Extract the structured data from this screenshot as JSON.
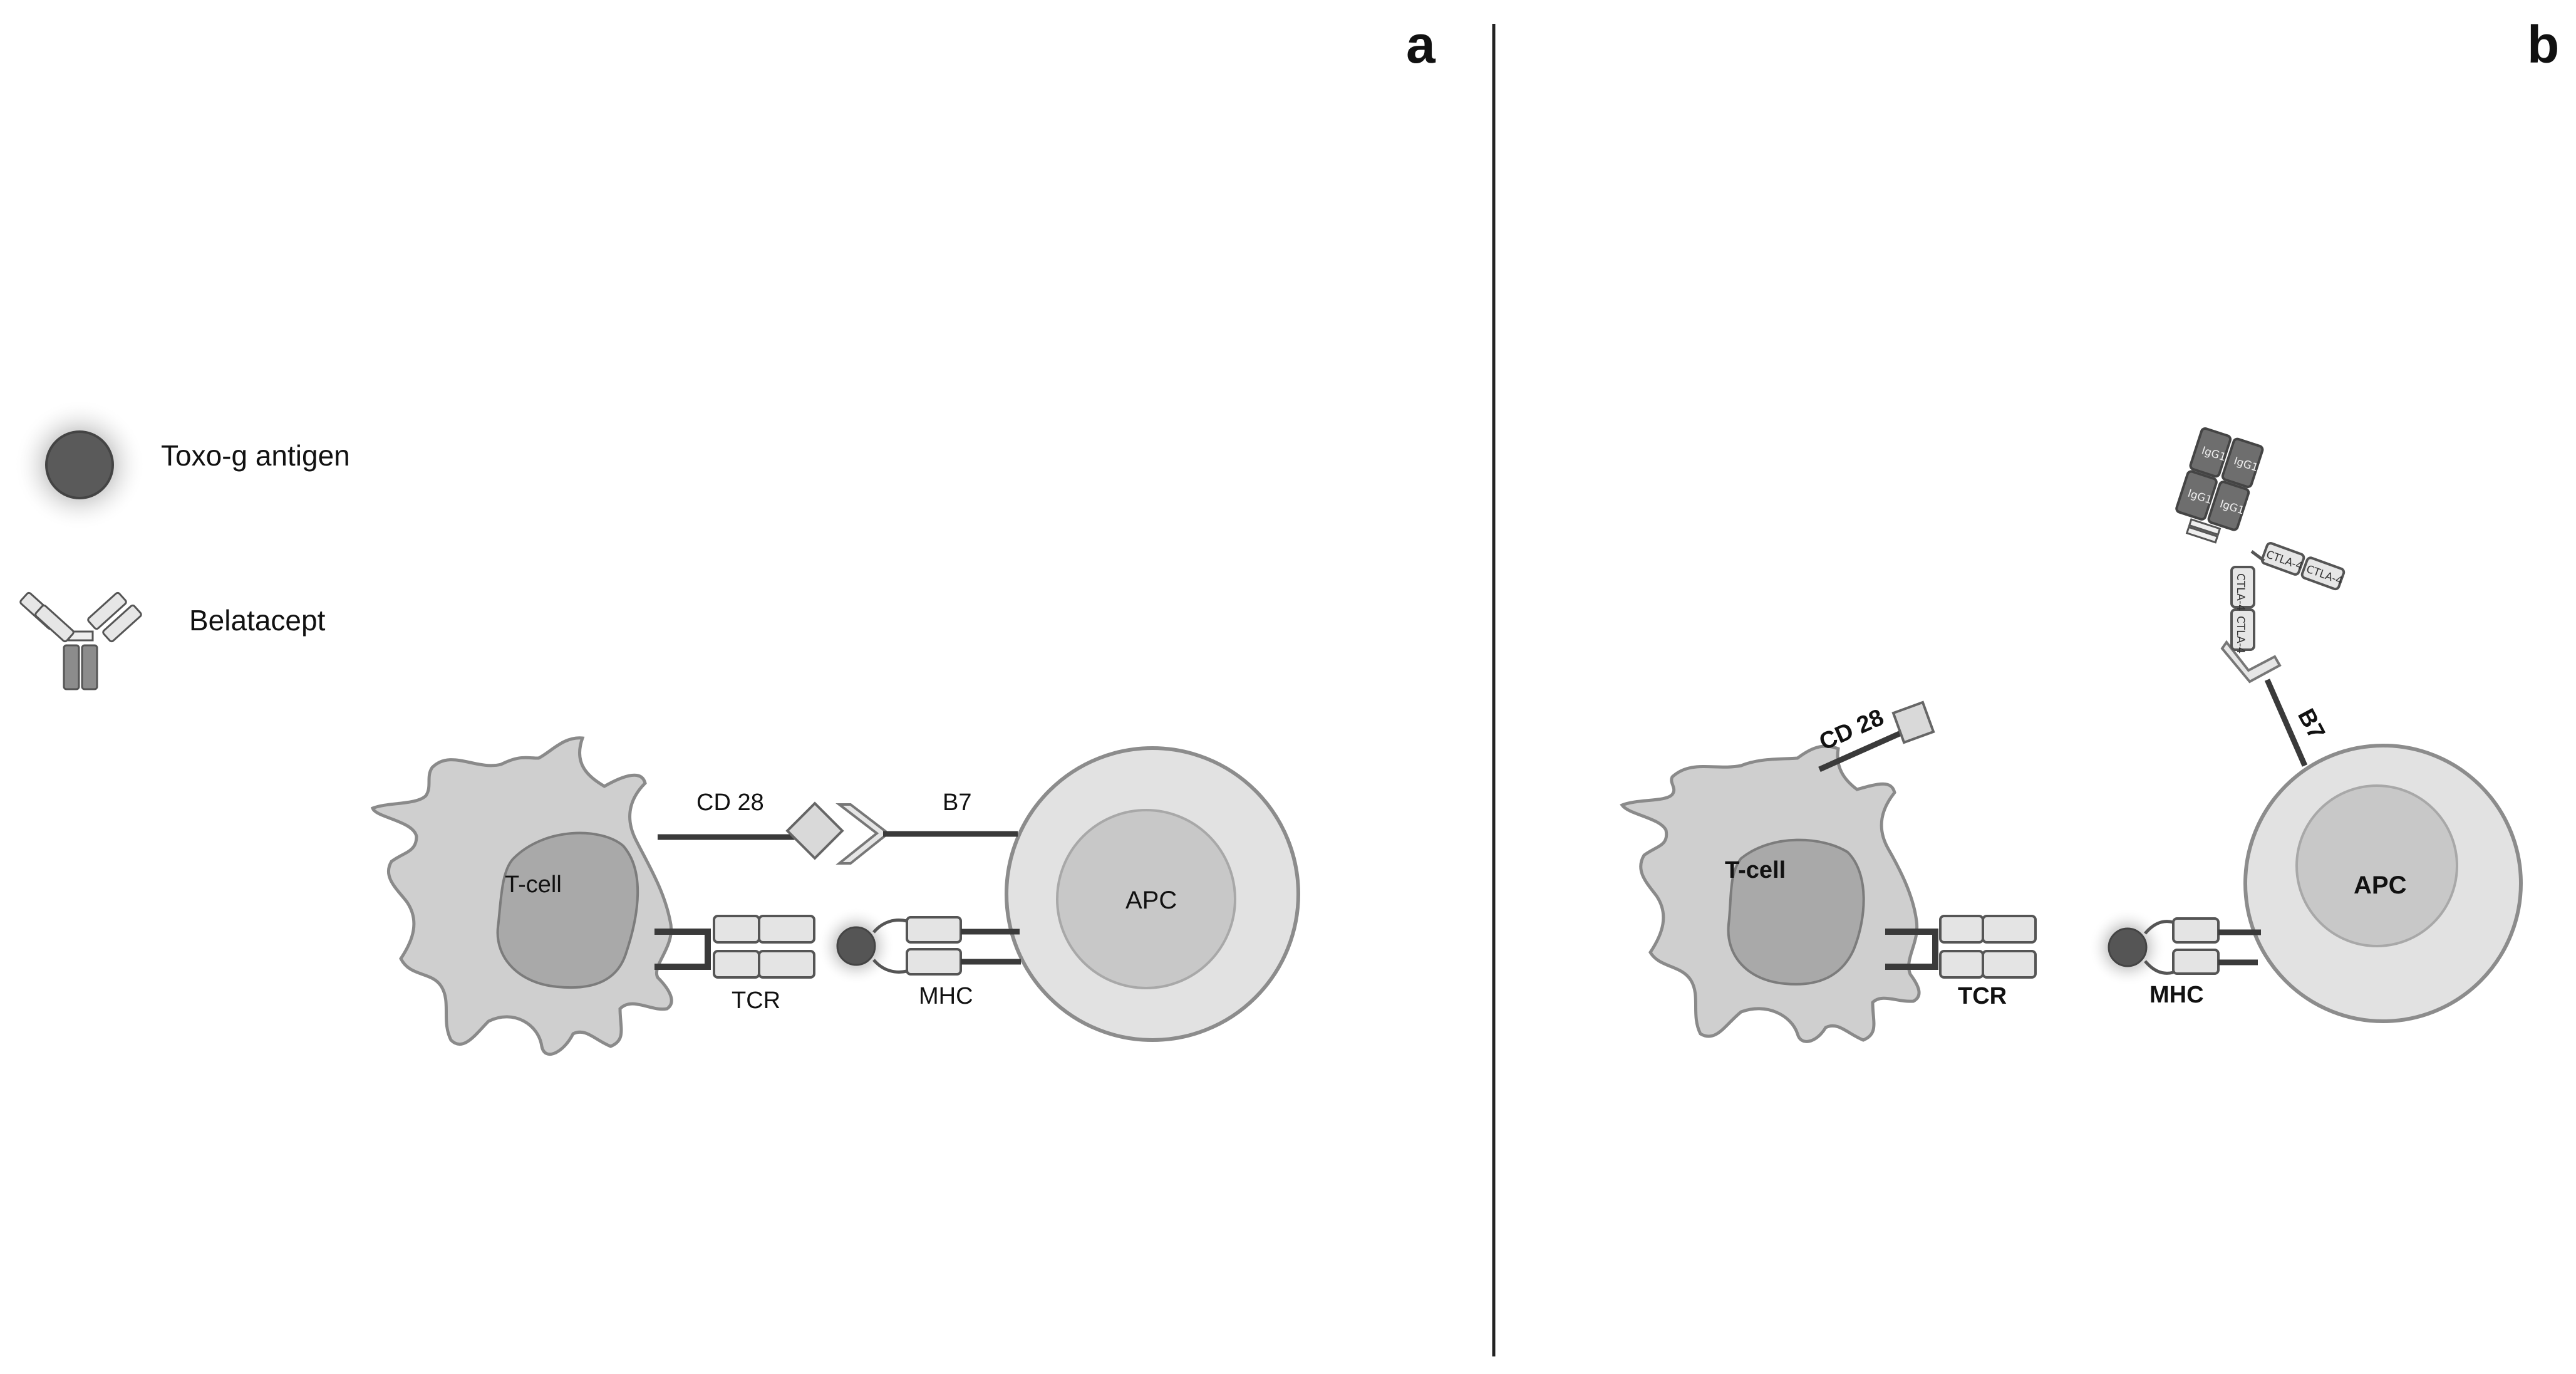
{
  "panels": {
    "a": "a",
    "b": "b"
  },
  "legend": {
    "antigen_label": "Toxo-g antigen",
    "drug_label": "Belatacept"
  },
  "panel_a": {
    "tcell": "T-cell",
    "apc": "APC",
    "cd28": "CD 28",
    "b7": "B7",
    "tcr": "TCR",
    "mhc": "MHC"
  },
  "panel_b": {
    "tcell": "T-cell",
    "apc": "APC",
    "cd28": "CD 28",
    "b7": "B7",
    "tcr": "TCR",
    "mhc": "MHC",
    "igg1": "IgG1",
    "ctla4": "CTLA-4"
  },
  "colors": {
    "cell_fill": "#cfcfcf",
    "nucleus_fill": "#a9a9a9",
    "apc_fill": "#e2e2e2",
    "apc_inner": "#c8c8c8",
    "line": "#3a3a3a",
    "antigen": "#555555"
  },
  "icons": [
    "antigen-icon",
    "belatacept-icon"
  ]
}
